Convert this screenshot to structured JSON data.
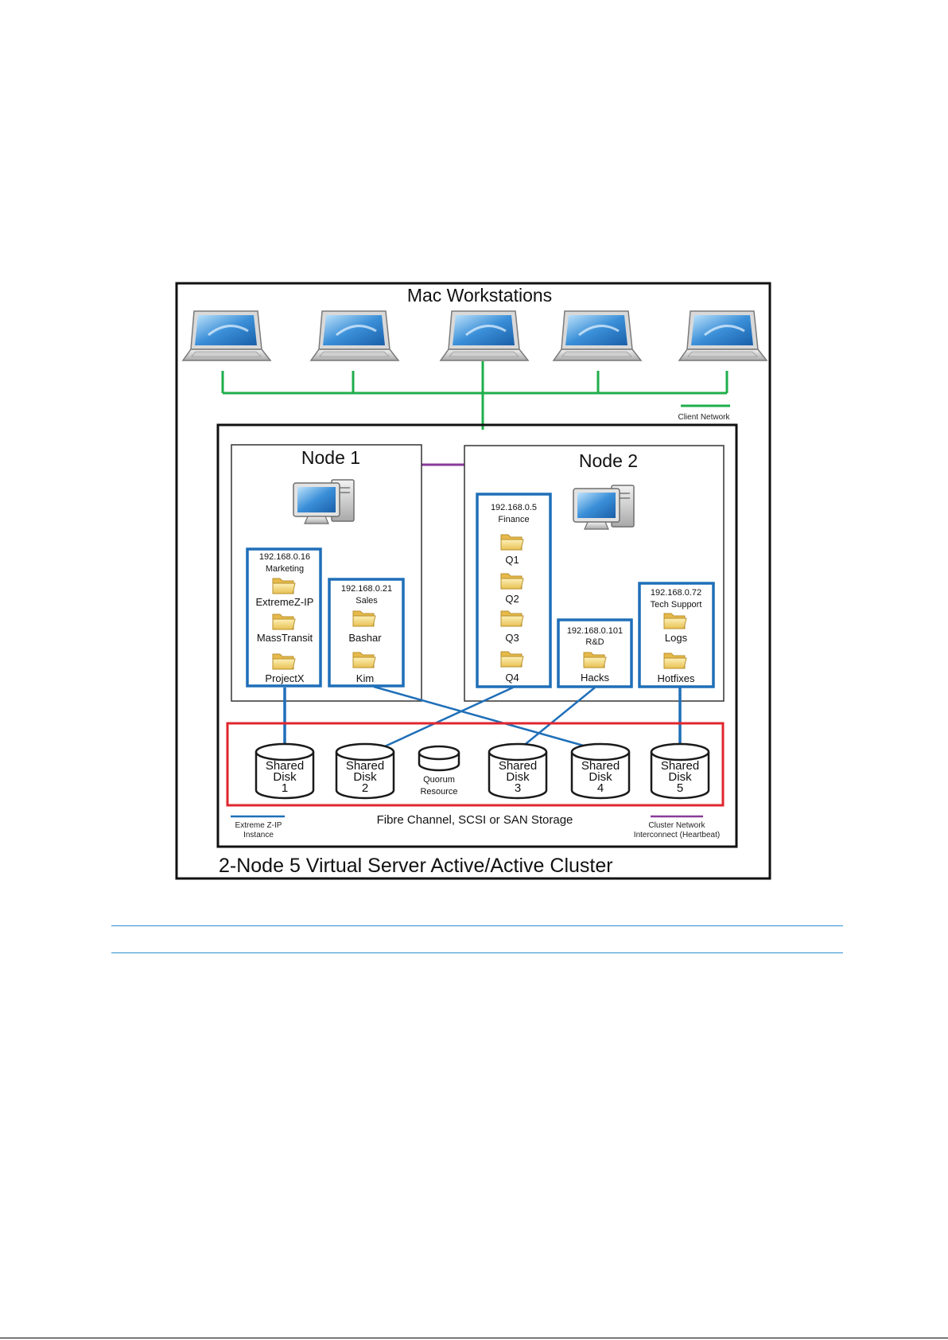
{
  "title_top": "Mac Workstations",
  "title_bottom": "2-Node 5 Virtual Server Active/Active Cluster",
  "legend": {
    "client_network": "Client Network",
    "extreme_zip": [
      "Extreme Z-IP",
      "Instance"
    ],
    "cluster_network": [
      "Cluster Network",
      "Interconnect (Heartbeat)"
    ]
  },
  "storage_label": "Fibre Channel, SCSI or SAN Storage",
  "nodes": [
    {
      "title": "Node 1"
    },
    {
      "title": "Node 2"
    }
  ],
  "instances": [
    {
      "ip": "192.168.0.16",
      "name": "Marketing",
      "folders": [
        "ExtremeZ-IP",
        "MassTransit",
        "ProjectX"
      ]
    },
    {
      "ip": "192.168.0.21",
      "name": "Sales",
      "folders": [
        "Bashar",
        "Kim"
      ]
    },
    {
      "ip": "192.168.0.5",
      "name": "Finance",
      "folders": [
        "Q1",
        "Q2",
        "Q3",
        "Q4"
      ]
    },
    {
      "ip": "192.168.0.101",
      "name": "R&D",
      "folders": [
        "Hacks"
      ]
    },
    {
      "ip": "192.168.0.72",
      "name": "Tech Support",
      "folders": [
        "Logs",
        "Hotfixes"
      ]
    }
  ],
  "disks": [
    {
      "lines": [
        "Shared",
        "Disk",
        "1"
      ]
    },
    {
      "lines": [
        "Shared",
        "Disk",
        "2"
      ]
    },
    {
      "lines": [
        "Quorum",
        "Resource"
      ]
    },
    {
      "lines": [
        "Shared",
        "Disk",
        "3"
      ]
    },
    {
      "lines": [
        "Shared",
        "Disk",
        "4"
      ]
    },
    {
      "lines": [
        "Shared",
        "Disk",
        "5"
      ]
    }
  ],
  "colors": {
    "client_network": "#1fae4b",
    "instance": "#1f6fb8",
    "heartbeat": "#8a3a9a",
    "storage": "#e0262e",
    "screen": "#3a8fd8",
    "folder": "#f3d36b"
  },
  "icons": [
    "laptop-icon",
    "desktop-computer-icon",
    "folder-icon",
    "disk-cylinder-icon"
  ]
}
